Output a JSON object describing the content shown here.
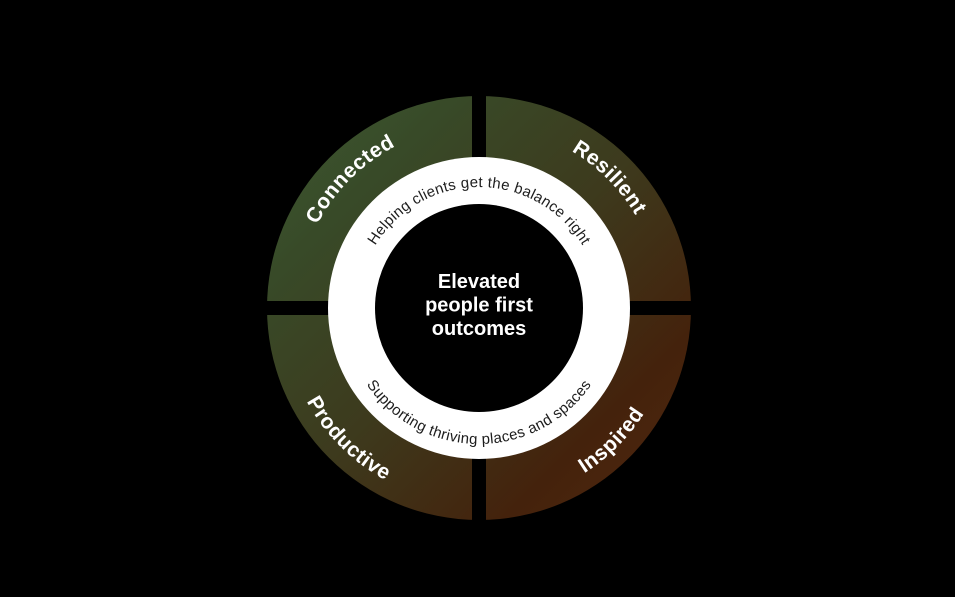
{
  "page": {
    "background": "#000000"
  },
  "diagram": {
    "center": {
      "line1": "Elevated",
      "line2": "people first",
      "line3": "outcomes"
    },
    "ring": {
      "top_text": "Helping clients get the balance right",
      "bottom_text": "Supporting thriving places and spaces"
    },
    "quadrants": [
      {
        "label": "Connected",
        "position": "top-left"
      },
      {
        "label": "Resilient",
        "position": "top-right"
      },
      {
        "label": "Productive",
        "position": "bottom-left"
      },
      {
        "label": "Inspired",
        "position": "bottom-right"
      }
    ],
    "colors": {
      "gradient": [
        "#3d5a32",
        "#384a28",
        "#3d3a1d",
        "#44220c",
        "#53290f"
      ],
      "ring": "#ffffff",
      "center_circle": "#000000",
      "label_text": "#ffffff",
      "ring_text": "#1d1d1d",
      "divider": "#000000"
    }
  }
}
